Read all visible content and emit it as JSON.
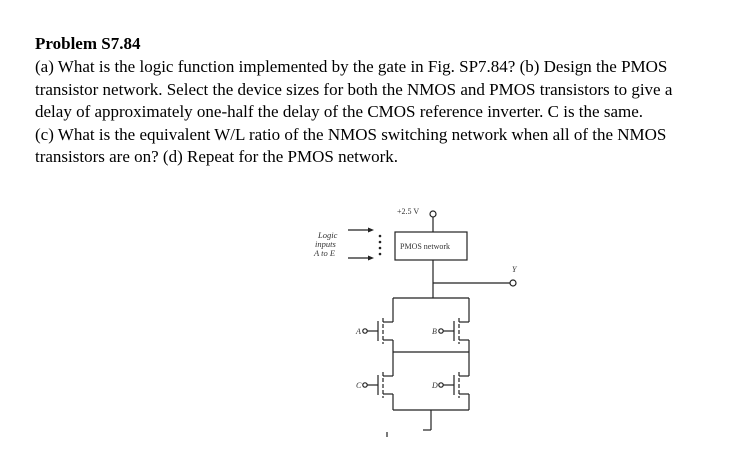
{
  "problem": {
    "title": "Problem S7.84",
    "lines": [
      "(a) What is the logic function implemented by the gate in Fig. SP7.84? (b) Design the PMOS",
      "transistor network. Select the device sizes for both the NMOS and PMOS transistors to give a",
      "delay of approximately one-half the delay of the CMOS reference inverter. C is the same.",
      "(c) What is the equivalent W/L ratio of the NMOS switching network when all of the NMOS",
      "transistors are on? (d) Repeat for the PMOS network."
    ]
  },
  "figure": {
    "supply_label": "+2.5 V",
    "logic_inputs_label": [
      "Logic",
      "inputs",
      "A to E"
    ],
    "pmos_network_label": "PMOS network",
    "output_label": "Y",
    "transistor_labels": {
      "a": "A",
      "b": "B",
      "c": "C",
      "d": "D"
    }
  }
}
